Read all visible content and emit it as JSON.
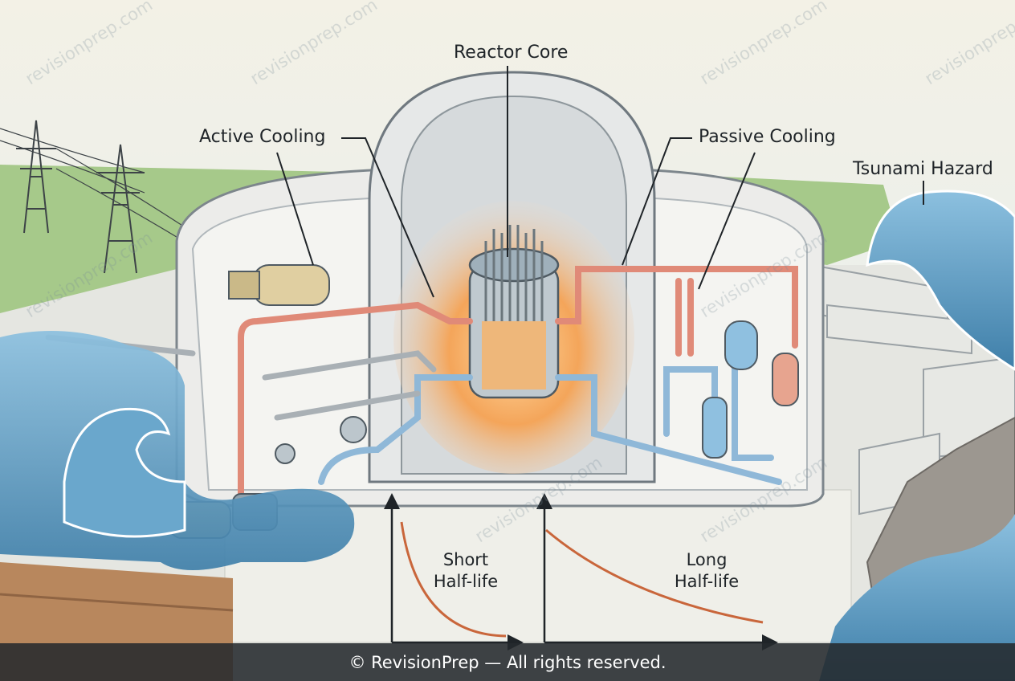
{
  "labels": {
    "reactor_core": "Reactor Core",
    "active_cooling": "Active Cooling",
    "passive_cooling": "Passive Cooling",
    "tsunami_hazard": "Tsunami Hazard"
  },
  "curves": {
    "short_line1": "Short",
    "short_line2": "Half-life",
    "long_line1": "Long",
    "long_line2": "Half-life"
  },
  "watermark": "revisionprep.com",
  "footer": {
    "copyright": "© RevisionPrep — All rights reserved."
  },
  "colors": {
    "hot_pipe": "#e08a78",
    "cold_pipe": "#8fb8d8",
    "water": "#5b9cc4",
    "core_glow": "#f4a55a",
    "curve": "#c9663b",
    "grass": "#a6c98a"
  }
}
